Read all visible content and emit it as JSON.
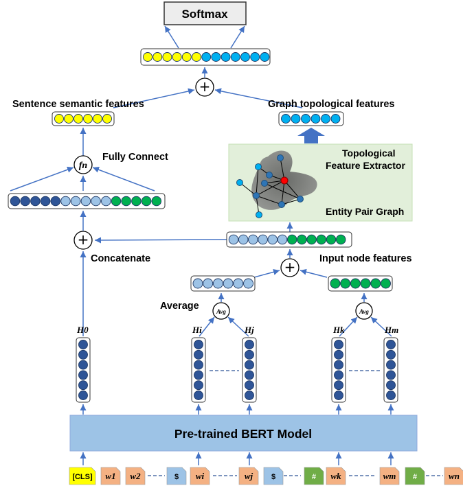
{
  "top": {
    "softmax_label": "Softmax"
  },
  "left": {
    "sentence_label": "Sentence semantic features",
    "fc_label": "Fully Connect",
    "fn_symbol": "fn",
    "concat_label": "Concatenate",
    "h0_label": "H0"
  },
  "right": {
    "graph_label": "Graph topological features",
    "extractor_label_line1": "Topological",
    "extractor_label_line2": "Feature Extractor",
    "entity_pair_label": "Entity Pair Graph",
    "input_node_label": "Input node features",
    "average_label": "Average",
    "avg_symbol": "Avg",
    "hi_label": "Hi",
    "hj_label": "Hj",
    "hk_label": "Hk",
    "hm_label": "Hm"
  },
  "bert": {
    "label": "Pre-trained BERT Model"
  },
  "tokens": [
    {
      "text": "[CLS]",
      "color": "#ffff00"
    },
    {
      "text": "w1",
      "color": "#f4b183"
    },
    {
      "text": "w2",
      "color": "#f4b183"
    },
    {
      "text": "$",
      "color": "#9dc3e6"
    },
    {
      "text": "wi",
      "color": "#f4b183"
    },
    {
      "text": "wj",
      "color": "#f4b183"
    },
    {
      "text": "$",
      "color": "#9dc3e6"
    },
    {
      "text": "#",
      "color": "#70ad47"
    },
    {
      "text": "wk",
      "color": "#f4b183"
    },
    {
      "text": "wm",
      "color": "#f4b183"
    },
    {
      "text": "#",
      "color": "#70ad47"
    },
    {
      "text": "wn",
      "color": "#f4b183"
    }
  ],
  "colors": {
    "yellow": "#ffff00",
    "light_blue": "#9dc3e6",
    "mid_blue": "#00b0f0",
    "dark_blue": "#2f5597",
    "green": "#00b050",
    "bert_fill": "#9dc3e6",
    "graph_bg": "#e2efda",
    "arrow": "#4472c4"
  }
}
